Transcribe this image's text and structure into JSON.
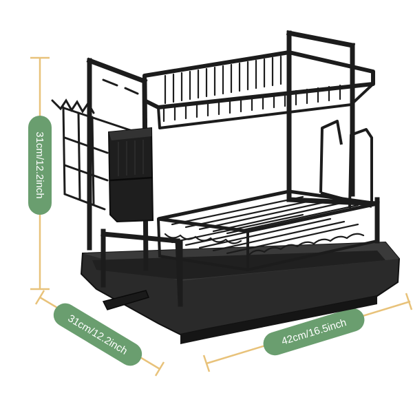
{
  "dimensions": {
    "height_label": "31cm/12.2inch",
    "depth_label": "31cm/12.2inch",
    "width_label": "42cm/16.5inch"
  },
  "colors": {
    "label_pill": "#6a9e6f",
    "dimension_line": "#e8c27a",
    "rack_metal": "#1c1c1c",
    "tray": "#262626"
  }
}
